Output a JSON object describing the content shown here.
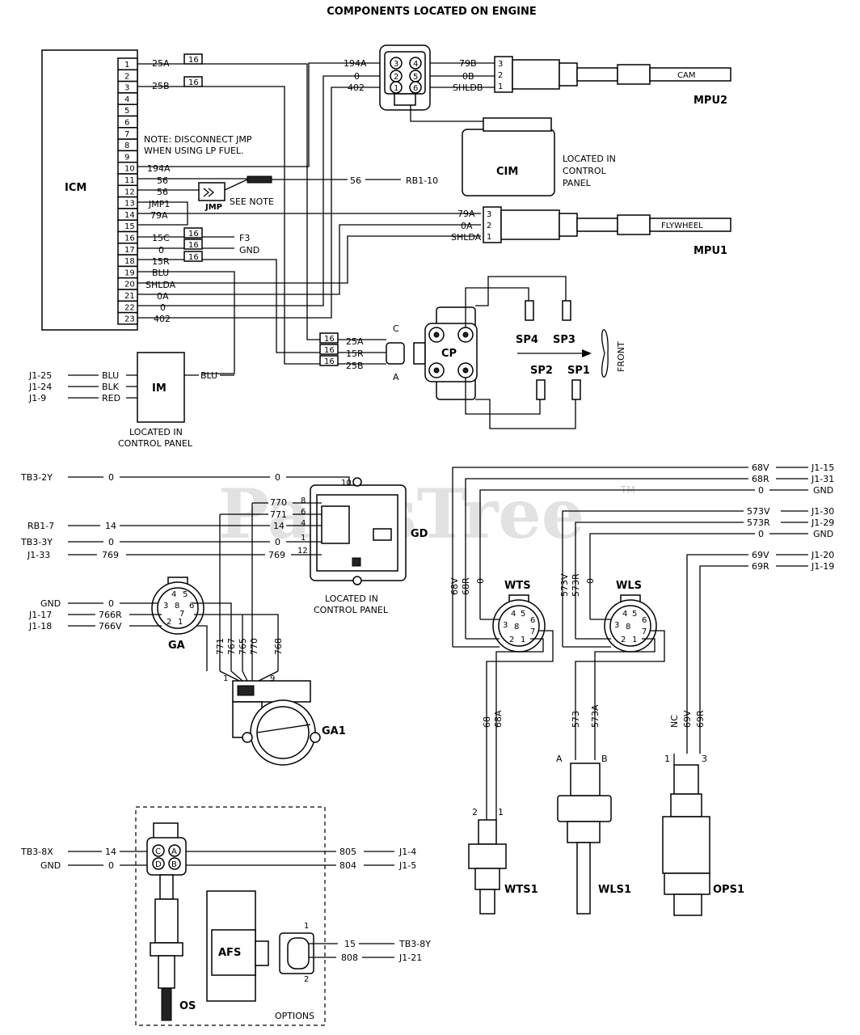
{
  "title": "COMPONENTS LOCATED ON ENGINE",
  "watermark": "PartsTree",
  "watermark_tm": "TM",
  "icm": {
    "name": "ICM",
    "pins": [
      "1",
      "2",
      "3",
      "4",
      "5",
      "6",
      "7",
      "8",
      "9",
      "10",
      "11",
      "12",
      "13",
      "14",
      "15",
      "16",
      "17",
      "18",
      "19",
      "20",
      "21",
      "22",
      "23"
    ],
    "note_line1": "NOTE: DISCONNECT JMP",
    "note_line2": "WHEN USING LP FUEL.",
    "jmp": "JMP",
    "see_note": "SEE NOTE",
    "wires": {
      "p1": "25A",
      "p3": "25B",
      "p10": "194A",
      "p11": "56",
      "p12": "56",
      "p13": "JMP1",
      "p14": "79A",
      "p16": "15C",
      "p17": "0",
      "p18": "15R",
      "p19": "BLU",
      "p20": "SHLDA",
      "p21": "0A",
      "p22": "0",
      "p23": "402"
    },
    "gauge16": "16",
    "f3": "F3",
    "gnd": "GND",
    "mid56": "56",
    "rb1_10": "RB1-10"
  },
  "mpu2": {
    "name": "MPU2",
    "sensor": "CAM",
    "left": [
      "194A",
      "0",
      "402"
    ],
    "pins_top": [
      "3",
      "4"
    ],
    "pins_mid": [
      "2",
      "5"
    ],
    "pins_bot": [
      "1",
      "6"
    ],
    "right": [
      "79B",
      "0B",
      "SHLDB"
    ],
    "conn": [
      "3",
      "2",
      "1"
    ]
  },
  "cim": {
    "name": "CIM",
    "located1": "LOCATED IN",
    "located2": "CONTROL",
    "located3": "PANEL"
  },
  "mpu1": {
    "name": "MPU1",
    "sensor": "FLYWHEEL",
    "right": [
      "79A",
      "0A",
      "SHLDA"
    ],
    "conn": [
      "3",
      "2",
      "1"
    ]
  },
  "im": {
    "name": "IM",
    "left": [
      {
        "a": "J1-25",
        "b": "BLU"
      },
      {
        "a": "J1-24",
        "b": "BLK"
      },
      {
        "a": "J1-9",
        "b": "RED"
      }
    ],
    "right": "BLU",
    "located1": "LOCATED IN",
    "located2": "CONTROL PANEL"
  },
  "cp": {
    "name": "CP",
    "wires": [
      "25A",
      "15R",
      "25B"
    ],
    "gauge": "16",
    "c": "C",
    "a": "A",
    "sp": [
      "SP4",
      "SP3",
      "SP2",
      "SP1"
    ],
    "front": "FRONT"
  },
  "gd": {
    "name": "GD",
    "left": [
      {
        "a": "TB3-2Y",
        "b": "0",
        "c": "0",
        "pin": "10"
      },
      {
        "a": "RB1-7",
        "b": "14",
        "c": "14",
        "pin": "4"
      },
      {
        "a": "TB3-3Y",
        "b": "0",
        "c": "0",
        "pin": "1"
      },
      {
        "a": "J1-33",
        "b": "769",
        "c": "769",
        "pin": "12"
      }
    ],
    "top": [
      {
        "w": "770",
        "pin": "8"
      },
      {
        "w": "771",
        "pin": "6"
      }
    ],
    "located1": "LOCATED IN",
    "located2": "CONTROL PANEL"
  },
  "ga": {
    "name": "GA",
    "left": [
      {
        "a": "GND",
        "b": "0"
      },
      {
        "a": "J1-17",
        "b": "766R"
      },
      {
        "a": "J1-18",
        "b": "766V"
      }
    ],
    "pins": [
      "4",
      "5",
      "3",
      "8",
      "6",
      "7",
      "2",
      "1"
    ],
    "vwires": [
      "771",
      "767",
      "765",
      "770",
      "768"
    ],
    "ga1": "GA1",
    "ga1_pins": [
      "1",
      "9"
    ]
  },
  "os_box": {
    "name": "OS",
    "options": "OPTIONS",
    "rows": [
      {
        "a": "TB3-8X",
        "b": "14",
        "c": "805",
        "d": "J1-4",
        "pin": "C",
        "pin2": "A"
      },
      {
        "a": "GND",
        "b": "0",
        "c": "804",
        "d": "J1-5",
        "pin": "D",
        "pin2": "B"
      }
    ],
    "afs": "AFS",
    "afs_rows": [
      {
        "b": "15",
        "d": "TB3-8Y"
      },
      {
        "b": "808",
        "d": "J1-21"
      }
    ],
    "afs_pins": [
      "1",
      "2"
    ]
  },
  "right_lines": [
    {
      "w": "68V",
      "d": "J1-15"
    },
    {
      "w": "68R",
      "d": "J1-31"
    },
    {
      "w": "0",
      "d": "GND"
    },
    {
      "w": "573V",
      "d": "J1-30"
    },
    {
      "w": "573R",
      "d": "J1-29"
    },
    {
      "w": "0",
      "d": "GND"
    },
    {
      "w": "69V",
      "d": "J1-20"
    },
    {
      "w": "69R",
      "d": "J1-19"
    }
  ],
  "wts": {
    "name": "WTS",
    "v": [
      "68V",
      "68R",
      "0"
    ],
    "pins": [
      "4",
      "5",
      "6",
      "3",
      "8",
      "7",
      "2",
      "1"
    ],
    "lower": [
      "68",
      "68A"
    ],
    "term": [
      "2",
      "1"
    ],
    "sensor": "WTS1"
  },
  "wls": {
    "name": "WLS",
    "v": [
      "573V",
      "573R",
      "0"
    ],
    "pins": [
      "4",
      "5",
      "6",
      "3",
      "8",
      "7",
      "2",
      "1"
    ],
    "lower": [
      "573",
      "573A"
    ],
    "term": [
      "A",
      "B"
    ],
    "sensor": "WLS1"
  },
  "ops": {
    "v": [
      "NC",
      "69V",
      "69R"
    ],
    "term": [
      "1",
      "3"
    ],
    "sensor": "OPS1"
  }
}
